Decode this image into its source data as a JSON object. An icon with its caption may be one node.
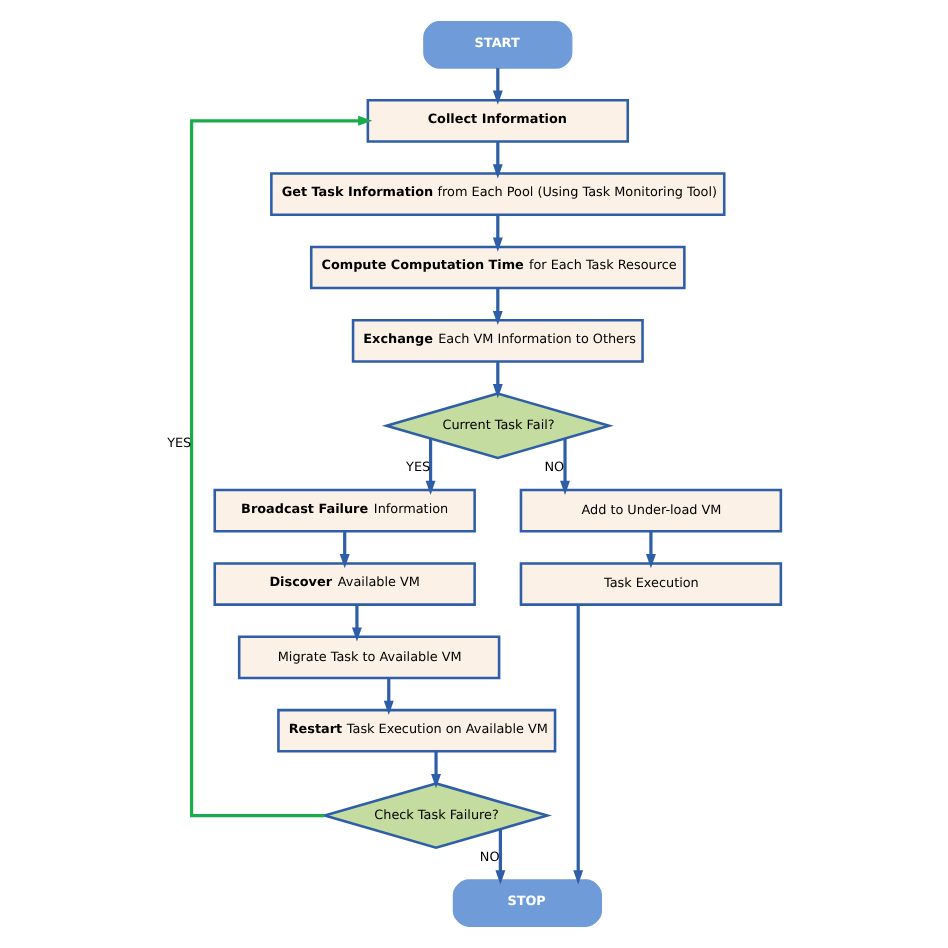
{
  "diagram": {
    "nodes": [
      {
        "text": [
          "START"
        ]
      },
      {
        "text": [
          "**Collect Information**"
        ]
      },
      {
        "text": [
          "**Get Task Information** from Each Pool (Using Task Monitoring Tool)"
        ]
      },
      {
        "text": [
          "**Compute Computation Time** for Each Task Resource"
        ]
      },
      {
        "text": [
          "**Exchange** Each VM Information to Others"
        ]
      },
      {
        "text": [
          "Current Task Fail?"
        ]
      },
      {
        "text": [
          "**Broadcast Failure** Information"
        ]
      },
      {
        "text": [
          "**Discover** Available VM"
        ]
      },
      {
        "text": [
          "Migrate Task to Available VM"
        ]
      },
      {
        "text": [
          "**Restart** Task Execution on Available VM"
        ]
      },
      {
        "text": [
          "Check Task Failure?"
        ]
      },
      {
        "text": [
          "Add to Under-load VM"
        ]
      },
      {
        "text": [
          "Task Execution"
        ]
      },
      {
        "text": [
          "STOP"
        ]
      }
    ],
    "edges": [
      {
        "from": 0,
        "to": 1,
        "arrow": "to"
      },
      {
        "from": 1,
        "to": 2,
        "arrow": "to"
      },
      {
        "from": 2,
        "to": 3,
        "arrow": "to"
      },
      {
        "from": 3,
        "to": 4,
        "arrow": "to"
      },
      {
        "from": 4,
        "to": 5,
        "arrow": "to"
      },
      {
        "from": 5,
        "to": 6,
        "arrow": "to",
        "label": "YES"
      },
      {
        "from": 5,
        "to": 11,
        "arrow": "to",
        "label": "NO"
      },
      {
        "from": 6,
        "to": 7,
        "arrow": "to"
      },
      {
        "from": 7,
        "to": 8,
        "arrow": "to"
      },
      {
        "from": 8,
        "to": 9,
        "arrow": "to"
      },
      {
        "from": 9,
        "to": 10,
        "arrow": "to"
      },
      {
        "from": 10,
        "to": 1,
        "arrow": "to",
        "label": "YES",
        "color": "#1aab4a"
      },
      {
        "from": 11,
        "to": 12,
        "arrow": "to"
      },
      {
        "from": 10,
        "to": 13,
        "arrow": "to",
        "label": "NO"
      },
      {
        "from": 12,
        "to": 13,
        "arrow": "to"
      }
    ]
  }
}
